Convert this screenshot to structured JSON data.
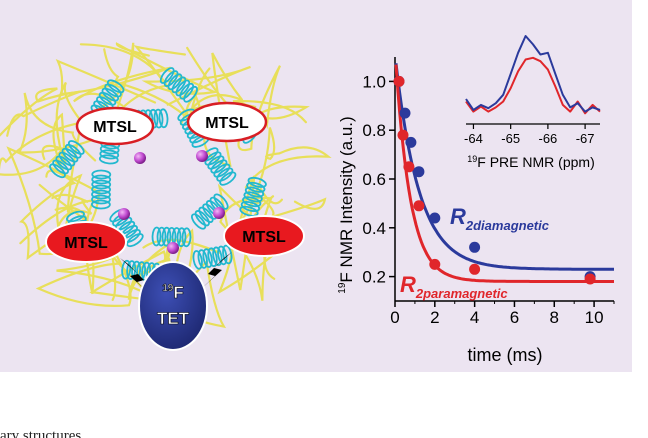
{
  "labels": {
    "mtsl": "MTSL",
    "probe_line1": "19F",
    "probe_line2": "TET",
    "caption_partial": "ary structures"
  },
  "colors": {
    "panel_bg": "#ece4f1",
    "diamagnetic": "#2b3a9c",
    "paramagnetic": "#e0262b",
    "backbone": "#e8df5a",
    "helix": "#22b8cf",
    "probe": "#2b3a9c",
    "mtsl_fill": "#e8191f"
  },
  "chart_data": [
    {
      "type": "scatter",
      "ylabel": "19F NMR Intensity (a.u.)",
      "xlabel": "time (ms)",
      "xlim": [
        0,
        11
      ],
      "ylim": [
        0.1,
        1.1
      ],
      "xticks": [
        0,
        2,
        4,
        6,
        8,
        10
      ],
      "yticks": [
        0.2,
        0.4,
        0.6,
        0.8,
        1.0
      ],
      "series": [
        {
          "name": "R2diamagnetic",
          "color": "#2b3a9c",
          "x": [
            0.2,
            0.5,
            0.8,
            1.2,
            2.0,
            4.0,
            9.8
          ],
          "y": [
            1.0,
            0.87,
            0.75,
            0.63,
            0.44,
            0.32,
            0.2
          ],
          "fit": {
            "y0": 0.23,
            "a": 0.88,
            "tau": 1.2
          }
        },
        {
          "name": "R2paramagnetic",
          "color": "#e0262b",
          "x": [
            0.2,
            0.4,
            0.7,
            1.2,
            2.0,
            4.0,
            9.8
          ],
          "y": [
            1.0,
            0.78,
            0.65,
            0.49,
            0.25,
            0.23,
            0.19
          ],
          "fit": {
            "y0": 0.18,
            "a": 0.95,
            "tau": 0.75
          }
        }
      ]
    },
    {
      "type": "line",
      "xlabel": "19F PRE NMR (ppm)",
      "xlim": [
        -63.8,
        -67.4
      ],
      "xticks": [
        -64,
        -65,
        -66,
        -67
      ],
      "series": [
        {
          "name": "diamagnetic",
          "color": "#2b3a9c",
          "x": [
            -63.8,
            -64.0,
            -64.2,
            -64.4,
            -64.6,
            -64.8,
            -65.0,
            -65.2,
            -65.4,
            -65.6,
            -65.8,
            -66.0,
            -66.2,
            -66.4,
            -66.6,
            -66.8,
            -67.0,
            -67.2,
            -67.4
          ],
          "y": [
            0.25,
            0.12,
            0.18,
            0.14,
            0.2,
            0.3,
            0.55,
            0.8,
            1.0,
            0.9,
            0.78,
            0.8,
            0.55,
            0.3,
            0.15,
            0.2,
            0.1,
            0.15,
            0.12
          ]
        },
        {
          "name": "paramagnetic",
          "color": "#e0262b",
          "x": [
            -63.8,
            -64.0,
            -64.2,
            -64.4,
            -64.6,
            -64.8,
            -65.0,
            -65.2,
            -65.4,
            -65.6,
            -65.8,
            -66.0,
            -66.2,
            -66.4,
            -66.6,
            -66.8,
            -67.0,
            -67.2,
            -67.4
          ],
          "y": [
            0.22,
            0.1,
            0.16,
            0.1,
            0.15,
            0.22,
            0.38,
            0.58,
            0.72,
            0.74,
            0.7,
            0.6,
            0.4,
            0.18,
            0.1,
            0.22,
            0.08,
            0.18,
            0.1
          ]
        }
      ]
    }
  ]
}
